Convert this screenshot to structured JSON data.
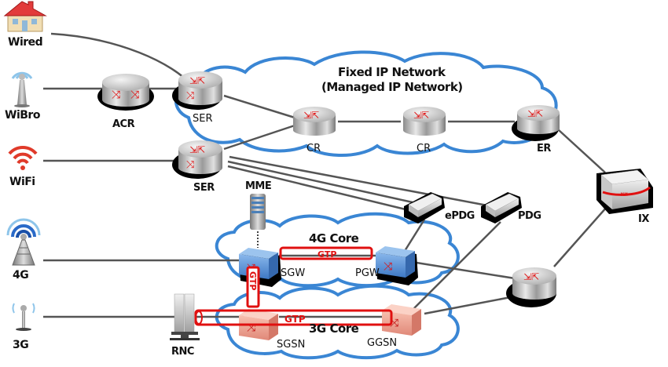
{
  "clouds": {
    "fixed": {
      "title_line1": "Fixed IP Network",
      "title_line2": "(Managed IP Network)"
    },
    "core4g": {
      "title": "4G Core"
    },
    "core3g": {
      "title": "3G Core"
    }
  },
  "access": {
    "wired": "Wired",
    "wibro": "WiBro",
    "wifi": "WiFi",
    "g4": "4G",
    "g3": "3G"
  },
  "nodes": {
    "acr": "ACR",
    "ser1": "SER",
    "ser2": "SER",
    "cr1": "CR",
    "cr2": "CR",
    "er": "ER",
    "ix": "IX",
    "mme": "MME",
    "epdg": "ePDG",
    "pdg": "PDG",
    "sgw": "SGW",
    "pgw": "PGW",
    "sgsn": "SGSN",
    "ggsn": "GGSN",
    "rnc": "RNC"
  },
  "tunnels": {
    "gtp_4g": "GTP",
    "gtp_vertical": "GTP",
    "gtp_3g": "GTP"
  },
  "colors": {
    "cloud_stroke": "#3a86d4",
    "tunnel": "#e01010",
    "link": "#555555",
    "gw4g": "#4f8fd6",
    "gw3g": "#f0a090"
  }
}
